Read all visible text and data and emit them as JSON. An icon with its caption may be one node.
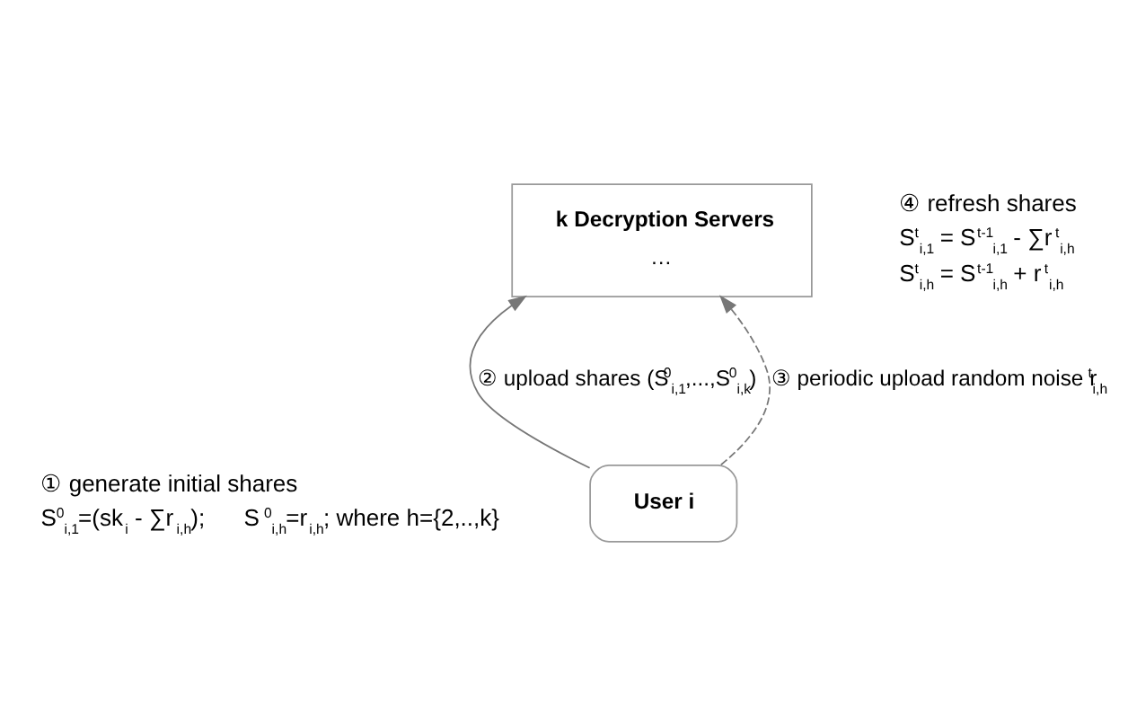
{
  "diagram": {
    "nodes": [
      {
        "text": [
          "k Decryption Servers",
          "…"
        ],
        "beside": [
          "④ refresh shares",
          "S$^{t}$$_{i,1}$ = S$^{t-1}$$_{i,1}$ - ∑r$^{t}$$_{i,h}$",
          "S$^{t}$$_{i,h}$ = S$^{t-1}$$_{i,h}$ + r$^{t}$$_{i,h}$"
        ]
      },
      {
        "text": [
          "User i"
        ],
        "beside": [
          "① generate initial shares",
          "S$^{0}$$_{i,1}$=(sk$_{i}$ - ∑r$_{i,h}$);      S$^{0}$$_{i,h}$=r$_{i,h}$; where h={2,..,k}"
        ]
      }
    ],
    "edges": [
      {
        "from": 1,
        "to": 0,
        "arrow": "to",
        "label": "② upload shares (S$^{0}$$_{i,1}$,...,S$^{0}$$_{i,k}$)"
      },
      {
        "from": 1,
        "to": 0,
        "arrow": "to",
        "style": "dashed",
        "label": "③ periodic upload random noise r$^{t}$$_{i,h}$"
      }
    ]
  }
}
